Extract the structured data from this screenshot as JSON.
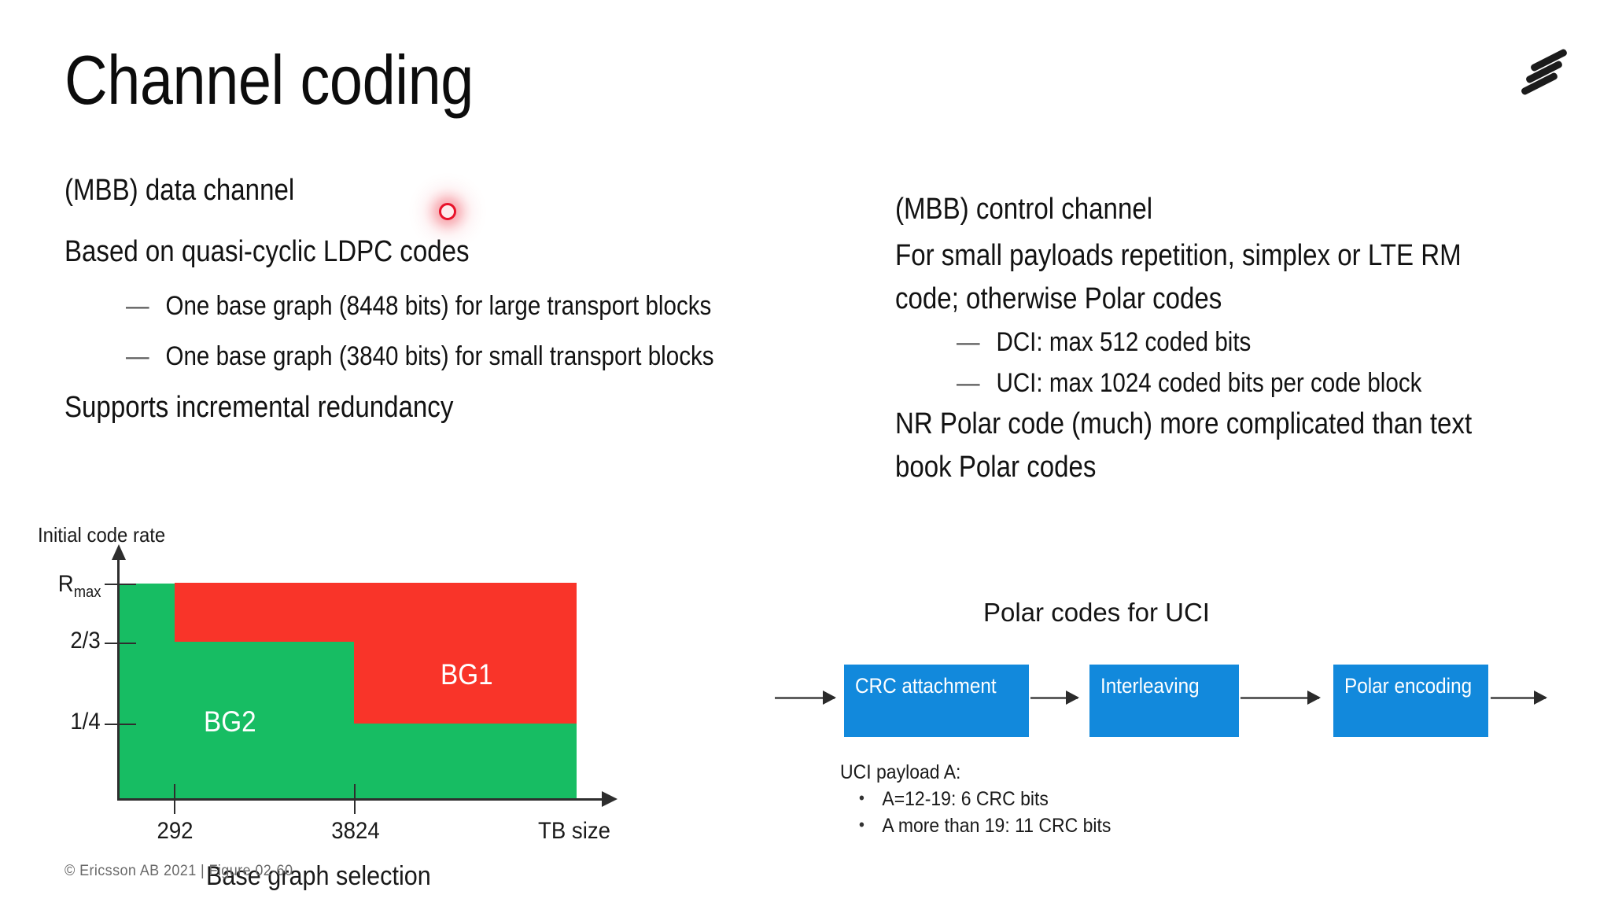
{
  "slide": {
    "title": "Channel coding",
    "footer": "© Ericsson AB 2021  |  Figure 02-60",
    "logo_name": "ericsson-logo",
    "accent_colors": {
      "green": "#17BD63",
      "red": "#F93429",
      "blue": "#1289DC",
      "laser": "#E8132A"
    }
  },
  "left_column": {
    "heading": "(MBB) data channel",
    "line_2": "Based on quasi-cyclic LDPC codes",
    "bullets": [
      "One base graph (8448 bits) for large transport blocks",
      "One base graph (3840 bits) for small transport blocks"
    ],
    "line_3": "Supports incremental redundancy",
    "dash": "—"
  },
  "right_column": {
    "heading": "(MBB) control channel",
    "para_1_line_1": "For small payloads repetition, simplex or LTE RM",
    "para_1_line_2": "code; otherwise Polar codes",
    "bullets": [
      "DCI: max 512 coded bits",
      "UCI: max 1024 coded bits per code block"
    ],
    "para_2_line_1": "NR Polar code (much) more complicated than text",
    "para_2_line_2": "book Polar codes",
    "dash": "—"
  },
  "chart_data": {
    "type": "area",
    "title": "",
    "ylabel": "Initial code rate",
    "xlabel": "Base graph selection",
    "ytick_labels": [
      "R",
      "2/3",
      "1/4"
    ],
    "ymax_label_main": "R",
    "ymax_label_sub": "max",
    "xtick_labels": [
      "292",
      "3824"
    ],
    "x_axis_end_label": "TB size",
    "grid": false,
    "legend": "in-plot",
    "regions": [
      {
        "name": "BG1",
        "label": "BG1",
        "color": "#F93429",
        "description": "Large transport blocks: covers TB size from 292 upward; code rate from 2/3 to Rmax between 292 and 3824, and from 1/4 to Rmax above 3824"
      },
      {
        "name": "BG2",
        "label": "BG2",
        "color": "#17BD63",
        "description": "Small transport blocks: code rate from 0 to Rmax below 292, 0 to 2/3 between 292 and 3824, and 0 to 1/4 above 3824"
      }
    ],
    "x_breakpoints": [
      292,
      3824
    ],
    "y_breakpoints": [
      "1/4",
      "2/3",
      "Rmax"
    ]
  },
  "flow": {
    "title": "Polar codes for UCI",
    "boxes": [
      {
        "label": "CRC attachment"
      },
      {
        "label": "Interleaving"
      },
      {
        "label": "Polar encoding"
      }
    ],
    "caption_heading": "UCI payload A:",
    "caption_items": [
      "A=12-19: 6 CRC bits",
      "A more than 19: 11 CRC bits"
    ],
    "bullet_char": "•"
  }
}
